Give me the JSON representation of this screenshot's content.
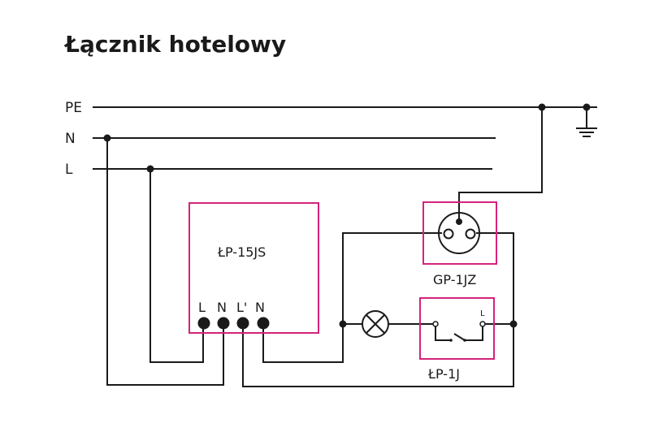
{
  "title": "Łącznik hotelowy",
  "colors": {
    "device_box": "#d4237a",
    "wire": "#1a1a1a"
  },
  "buses": [
    {
      "id": "pe",
      "label": "PE"
    },
    {
      "id": "n",
      "label": "N"
    },
    {
      "id": "l",
      "label": "L"
    }
  ],
  "devices": {
    "hotel_switch": {
      "label": "ŁP-15JS",
      "terminals": [
        "L",
        "N",
        "L'",
        "N"
      ]
    },
    "socket": {
      "label": "GP-1JZ"
    },
    "switch": {
      "label": "ŁP-1J",
      "terminal_label": "L"
    },
    "lamp": {
      "symbol": "lamp-icon"
    },
    "ground": {
      "symbol": "ground-icon"
    }
  }
}
